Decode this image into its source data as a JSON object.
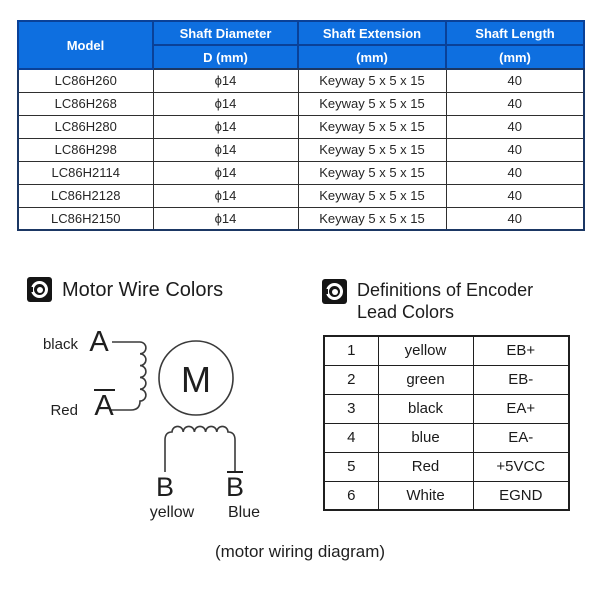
{
  "colors": {
    "header_bg": "#0e6fe0",
    "header_divider": "#0a4198",
    "table_outer": "#1b3764",
    "header_text": "#ffffff",
    "body_text": "#262626",
    "line": "#3a3a3a",
    "enc_border": "#1f1f1f",
    "icon_bg": "#151515"
  },
  "spec_table": {
    "headers": {
      "model": "Model",
      "shaft_diameter": "Shaft Diameter",
      "shaft_diameter_unit": "D (mm)",
      "shaft_extension": "Shaft Extension",
      "shaft_extension_unit": "(mm)",
      "shaft_length": "Shaft Length",
      "shaft_length_unit": "(mm)"
    },
    "rows": [
      [
        "LC86H260",
        "ϕ14",
        "Keyway 5 x 5 x 15",
        "40"
      ],
      [
        "LC86H268",
        "ϕ14",
        "Keyway 5 x 5 x 15",
        "40"
      ],
      [
        "LC86H280",
        "ϕ14",
        "Keyway 5 x 5 x 15",
        "40"
      ],
      [
        "LC86H298",
        "ϕ14",
        "Keyway 5 x 5 x 15",
        "40"
      ],
      [
        "LC86H2114",
        "ϕ14",
        "Keyway 5 x 5 x 15",
        "40"
      ],
      [
        "LC86H2128",
        "ϕ14",
        "Keyway 5 x 5 x 15",
        "40"
      ],
      [
        "LC86H2150",
        "ϕ14",
        "Keyway 5 x 5 x 15",
        "40"
      ]
    ]
  },
  "sections": {
    "motor_wire": {
      "title": "Motor Wire Colors"
    },
    "encoder": {
      "title_line1": "Definitions of Encoder",
      "title_line2": "Lead Colors"
    }
  },
  "encoder_table": {
    "rows": [
      [
        "1",
        "yellow",
        "EB+"
      ],
      [
        "2",
        "green",
        "EB-"
      ],
      [
        "3",
        "black",
        "EA+"
      ],
      [
        "4",
        "blue",
        "EA-"
      ],
      [
        "5",
        "Red",
        "+5VCC"
      ],
      [
        "6",
        "White",
        "EGND"
      ]
    ]
  },
  "diagram": {
    "labels": {
      "phase_a_color": "black",
      "phase_a_letter": "A",
      "phase_a_return_color": "Red",
      "phase_a_return_letter": "A",
      "motor_letter": "M",
      "phase_b_letter": "B",
      "phase_b_return_letter": "B",
      "phase_b_color": "yellow",
      "phase_b_return_color": "Blue"
    },
    "caption": "(motor wiring diagram)"
  }
}
